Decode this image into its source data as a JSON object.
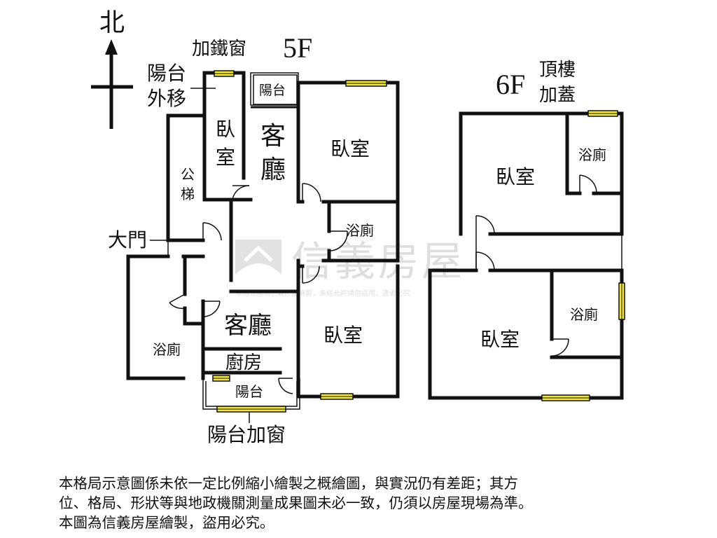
{
  "compass": {
    "north": "北"
  },
  "floor5": {
    "title": "5F",
    "annotations": {
      "iron_window": "加鐵窗",
      "balcony_moved_1": "陽台",
      "balcony_moved_2": "外移",
      "main_door": "大門",
      "balcony_window": "陽台加窗"
    },
    "rooms": {
      "balcony_top": "陽台",
      "bedroom_small_1": "臥",
      "bedroom_small_2": "室",
      "living_top_1": "客",
      "living_top_2": "廳",
      "stair_1": "公",
      "stair_2": "梯",
      "bedroom_right": "臥室",
      "bath_mid": "浴廁",
      "bath_left": "浴廁",
      "living_bottom": "客廳",
      "bedroom_bottom": "臥室",
      "kitchen": "廚房",
      "balcony_bottom": "陽台"
    }
  },
  "floor6": {
    "title": "6F",
    "note_1": "頂樓",
    "note_2": "加蓋",
    "rooms": {
      "bedroom_top": "臥室",
      "bath_top": "浴廁",
      "bedroom_bottom": "臥室",
      "bath_bottom": "浴廁"
    }
  },
  "watermark": {
    "brand": "信義房屋",
    "subtitle": "本格局圖為信義房屋繪製，未經允許請勿盜用，違者必究"
  },
  "disclaimer": {
    "line1": "本格局示意圖係未依一定比例縮小繪製之概繪圖，與實況仍有差距；其方",
    "line2": "位、格局、形狀等與地政機關測量成果圖未必一致，仍須以房屋現場為準。",
    "line3": "本圖為信義房屋繪製，盜用必究。"
  }
}
